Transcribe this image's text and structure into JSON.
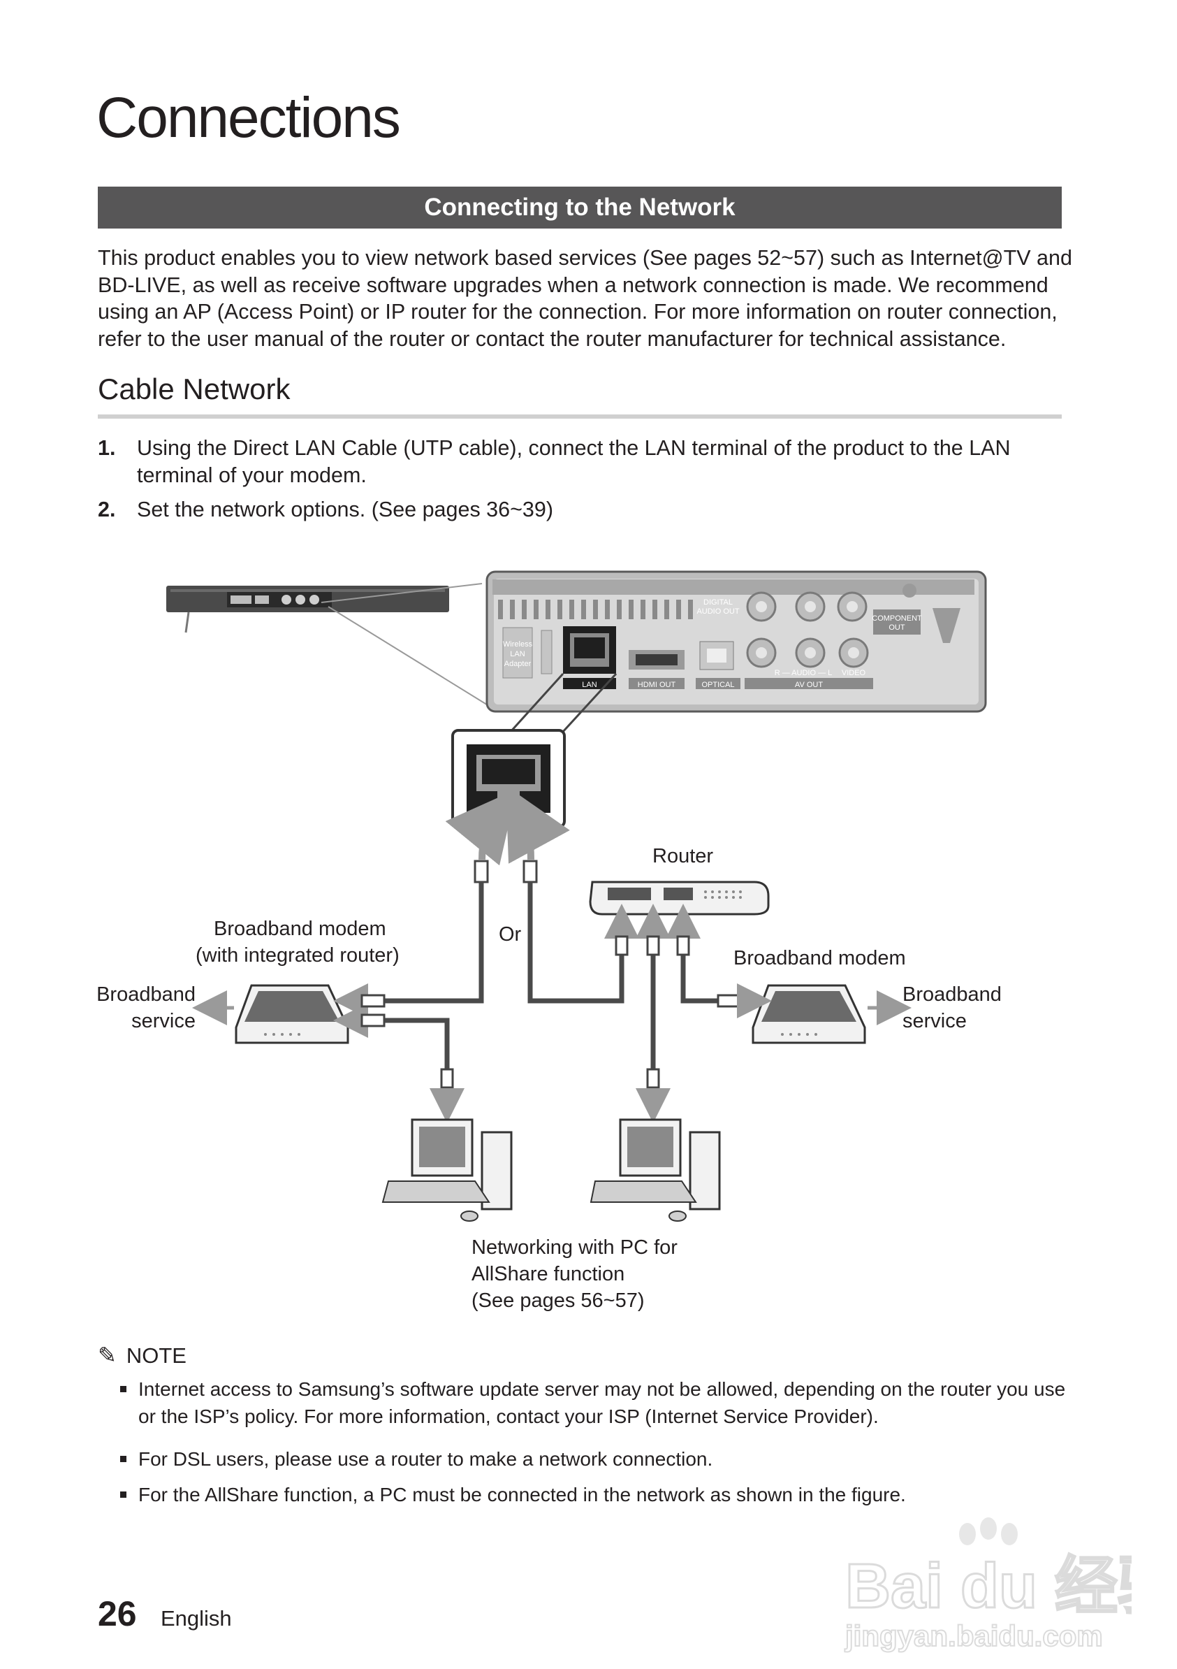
{
  "page": {
    "title": "Connections",
    "page_number": "26",
    "language": "English"
  },
  "section": {
    "title": "Connecting to the Network"
  },
  "intro": "This product enables you to view network based services (See pages 52~57) such as Internet@TV and BD-LIVE, as well as receive software upgrades when a network connection is made. We recommend using an AP (Access Point) or IP router for the connection. For more information on router connection, refer to the user manual of the router or contact the router manufacturer for technical assistance.",
  "cable": {
    "title": "Cable Network",
    "steps": [
      {
        "num": "1.",
        "text": "Using the Direct LAN Cable (UTP cable), connect the LAN terminal of the product to the LAN terminal of your modem."
      },
      {
        "num": "2.",
        "text": "Set the network options. (See pages 36~39)"
      }
    ]
  },
  "diagram": {
    "router": "Router",
    "or": "Or",
    "modem_integrated_1": "Broadband modem",
    "modem_integrated_2": "(with integrated router)",
    "modem": "Broadband modem",
    "service_left_1": "Broadband",
    "service_left_2": "service",
    "service_right_1": "Broadband",
    "service_right_2": "service",
    "pc_caption_1": "Networking with PC for",
    "pc_caption_2": "AllShare function",
    "pc_caption_3": "(See pages 56~57)",
    "panel": {
      "wireless_1": "Wireless",
      "wireless_2": "LAN",
      "wireless_3": "Adapter",
      "lan": "LAN",
      "hdmi": "HDMI OUT",
      "optical": "OPTICAL",
      "digital_1": "DIGITAL",
      "digital_2": "AUDIO OUT",
      "component_1": "COMPONENT",
      "component_2": "OUT",
      "av_out": "AV OUT",
      "audio": "R — AUDIO — L",
      "video": "VIDEO"
    }
  },
  "note": {
    "heading": "NOTE",
    "items": [
      "Internet access to Samsung’s software update server may not be allowed, depending on the router you use or the ISP’s policy. For more information, contact your ISP (Internet Service Provider).",
      "For DSL users, please use a router to make a network connection.",
      "For the AllShare function, a PC must be connected in the network as shown in the figure."
    ]
  },
  "watermark": {
    "line1": "Bai du 经验",
    "line2": "jingyan.baidu.com"
  }
}
